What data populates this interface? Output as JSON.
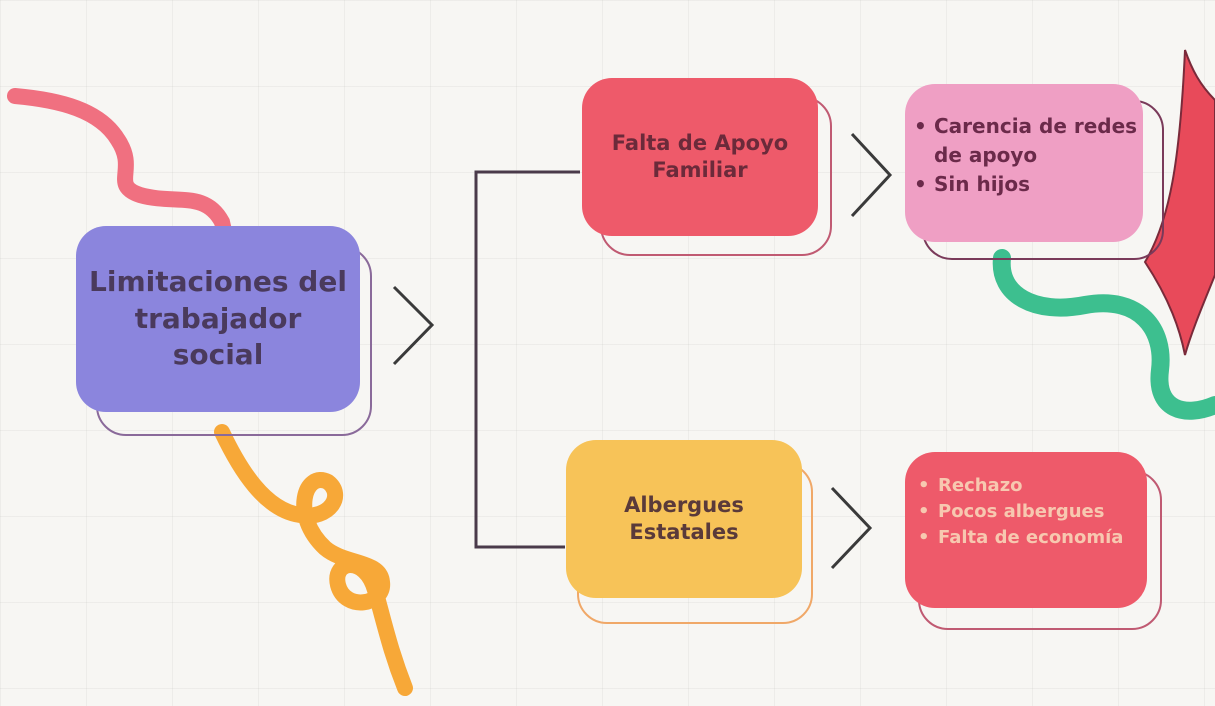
{
  "main": {
    "label": "Limitaciones del trabajador social",
    "color": "#8b85dd",
    "text_color": "#4a3a5c"
  },
  "branches": [
    {
      "label": "Falta de Apoyo Familiar",
      "color": "#ee5a6a",
      "text_color": "#6b2a3a",
      "details": [
        "Carencia de redes de apoyo",
        "Sin hijos"
      ],
      "details_color": "#ef9fc4",
      "details_text_color": "#6b2a4a"
    },
    {
      "label": "Albergues Estatales",
      "color": "#f7c358",
      "text_color": "#5a3a3a",
      "details": [
        "Rechazo",
        "Pocos albergues",
        "Falta de economía"
      ],
      "details_color": "#ee5a6a",
      "details_text_color": "#f7c8b0"
    }
  ],
  "decoration_colors": {
    "pink_squiggle": "#f07080",
    "orange_squiggle": "#f7a838",
    "green_squiggle": "#3dbf8f",
    "red_star": "#e84a5a",
    "connector": "#4a3a4a"
  }
}
